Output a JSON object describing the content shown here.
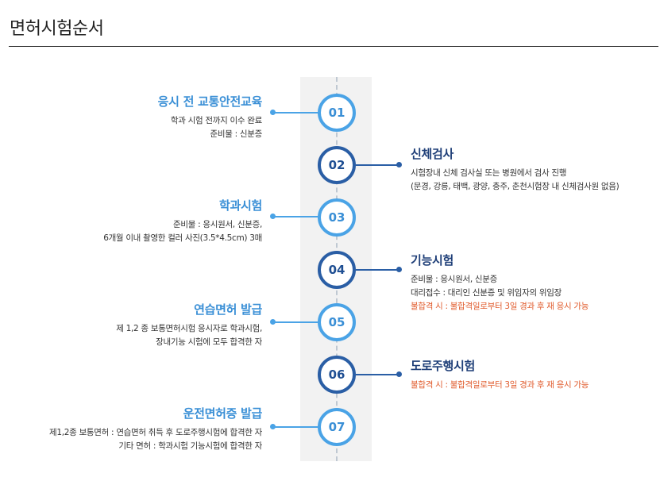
{
  "page_title": "면허시험순서",
  "steps": [
    {
      "number": "01",
      "title": "응시 전 교통안전교육",
      "lines": [
        "학과 시험 전까지 이수 완료",
        "준비물 : 신분증"
      ],
      "warning": ""
    },
    {
      "number": "02",
      "title": "신체검사",
      "lines": [
        "시험장내 신체 검사실 또는 병원에서 검사 진행",
        "(문경, 강릉, 태백, 광양, 충주, 춘천시험장 내 신체검사원 없음)"
      ],
      "warning": ""
    },
    {
      "number": "03",
      "title": "학과시험",
      "lines": [
        "준비물 : 응시원서, 신분증,",
        "6개월 이내 촬영한 컬러 사진(3.5*4.5cm) 3매"
      ],
      "warning": ""
    },
    {
      "number": "04",
      "title": "기능시험",
      "lines": [
        "준비물 : 응시원서, 신분증",
        "대리접수 : 대리인 신분증 및 위임자의 위임장"
      ],
      "warning": "불합격 시 : 불합격일로부터 3일 경과 후 재 응시 가능"
    },
    {
      "number": "05",
      "title": "연습면허 발급",
      "lines": [
        "제 1,2 종 보통면허시험 응시자로 학과시험,",
        "장내기능 시험에 모두 합격한 자"
      ],
      "warning": ""
    },
    {
      "number": "06",
      "title": "도로주행시험",
      "lines": [],
      "warning": "불합격 시 : 불합격일로부터 3일 경과 후 재 응시 가능"
    },
    {
      "number": "07",
      "title": "운전면허증 발급",
      "lines": [
        "제1,2종 보통면허 : 연습면허 취득 후 도로주행시험에 합격한 자",
        "기타 면허 : 학과시험 기능시험에 합격한 자"
      ],
      "warning": ""
    }
  ]
}
